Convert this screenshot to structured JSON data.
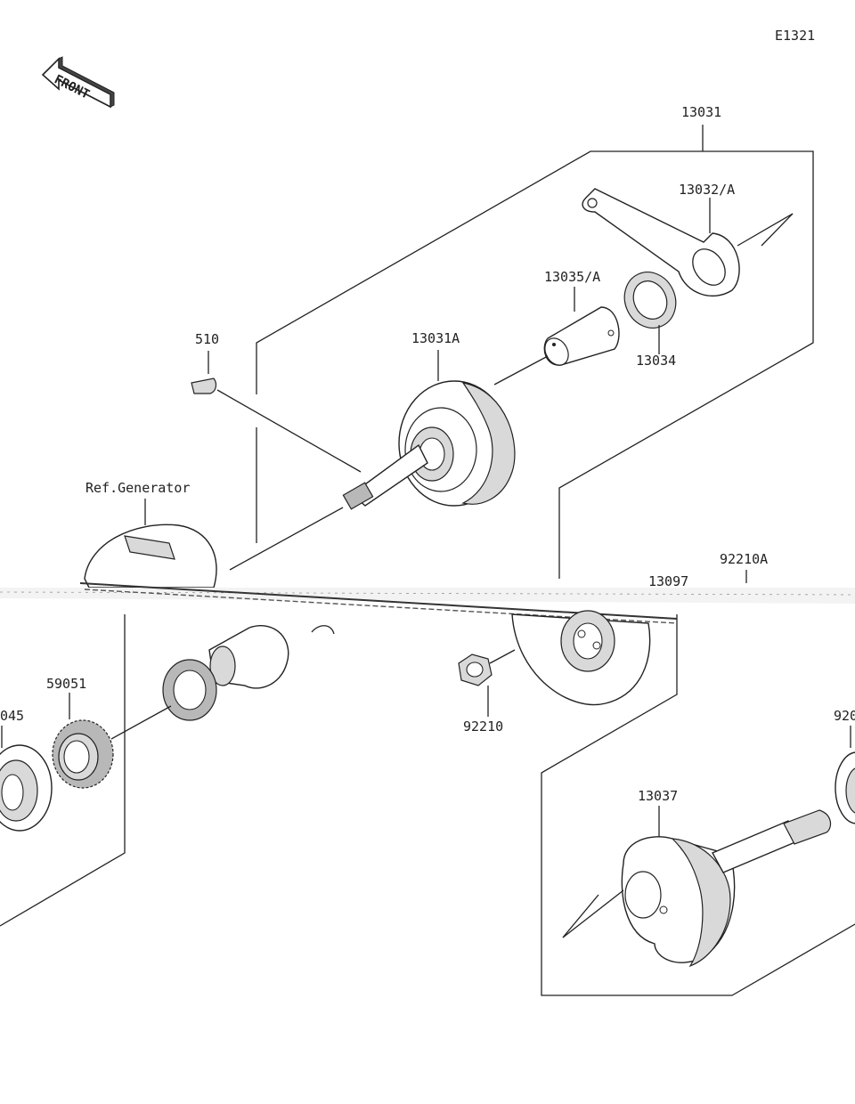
{
  "diagram_id": "E1321",
  "front_indicator": "FRONT",
  "labels": {
    "p13031": "13031",
    "p13032a": "13032/A",
    "p13035a": "13035/A",
    "p13034": "13034",
    "p13031a": "13031A",
    "p510": "510",
    "ref_generator": "Ref.Generator",
    "p92210a": "92210A",
    "p13097": "13097",
    "p59051": "59051",
    "p045": "045",
    "p92210": "92210",
    "p920": "920",
    "p13037": "13037"
  },
  "icons": [
    "front-arrow-icon"
  ]
}
